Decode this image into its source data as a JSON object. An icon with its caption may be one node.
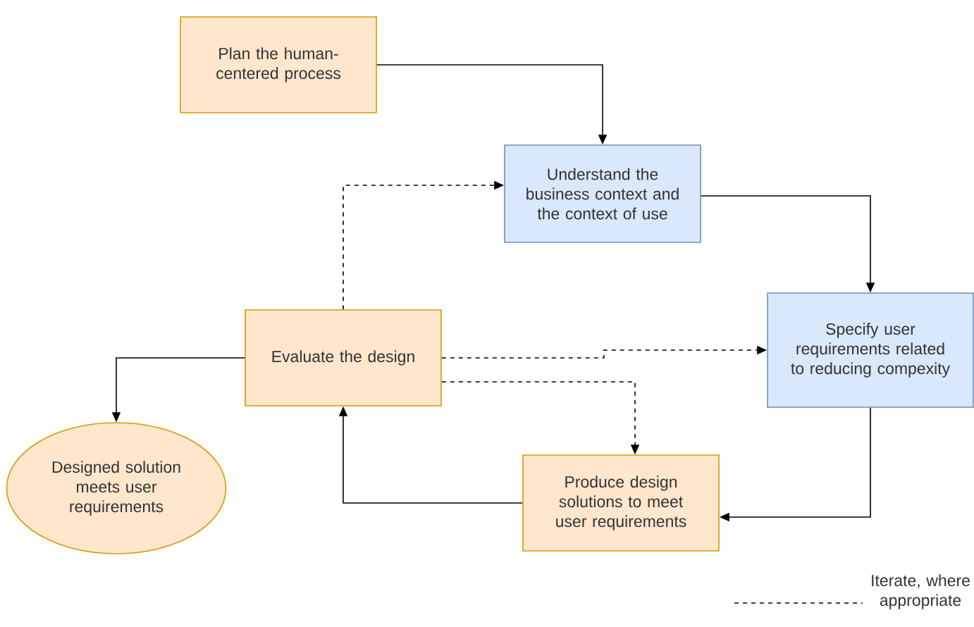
{
  "diagram": {
    "nodes": [
      {
        "text": [
          "Plan the human-centered process"
        ]
      },
      {
        "text": [
          "Understand the business context and the context of use"
        ]
      },
      {
        "text": [
          "Evaluate the design"
        ]
      },
      {
        "text": [
          "Specify user requirements related to reducing compexity"
        ]
      },
      {
        "text": [
          "Produce design solutions to meet user requirements"
        ]
      },
      {
        "text": [
          "Designed solution meets user requirements"
        ]
      }
    ],
    "edges": [
      {
        "from": 0,
        "to": 1,
        "arrow": "to"
      },
      {
        "from": 1,
        "to": 3,
        "arrow": "to"
      },
      {
        "from": 3,
        "to": 4,
        "arrow": "to"
      },
      {
        "from": 4,
        "to": 2,
        "arrow": "to"
      },
      {
        "from": 2,
        "to": 5,
        "arrow": "to"
      },
      {
        "from": 2,
        "to": 1,
        "arrow": "to",
        "style": "dashed"
      },
      {
        "from": 2,
        "to": 3,
        "arrow": "to",
        "style": "dashed"
      },
      {
        "from": 2,
        "to": 4,
        "arrow": "to",
        "style": "dashed"
      }
    ],
    "legend": [
      {
        "text": "Iterate, where appropriate"
      }
    ]
  }
}
